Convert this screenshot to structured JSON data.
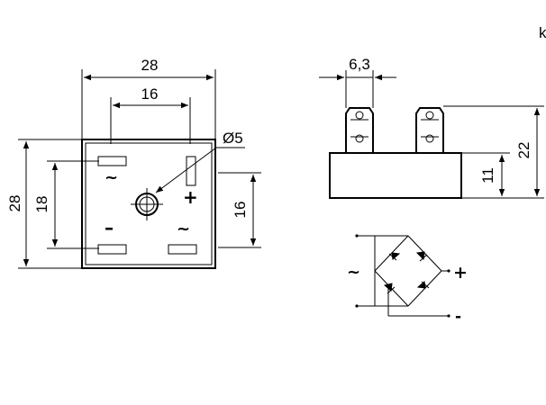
{
  "front_view": {
    "width_label": "28",
    "inner_width_label": "16",
    "height_label": "28",
    "inner_height_label": "18",
    "right_height_label": "16",
    "hole_label": "Ø5",
    "marks": {
      "ac_top": "~",
      "plus": "+",
      "minus": "–",
      "ac_bottom": "~"
    }
  },
  "side_view": {
    "terminal_label": "6,3",
    "height_label": "22",
    "body_label": "11",
    "corner_text": "k"
  },
  "schematic": {
    "ac_label": "~",
    "plus_label": "+",
    "minus_label": "-"
  }
}
